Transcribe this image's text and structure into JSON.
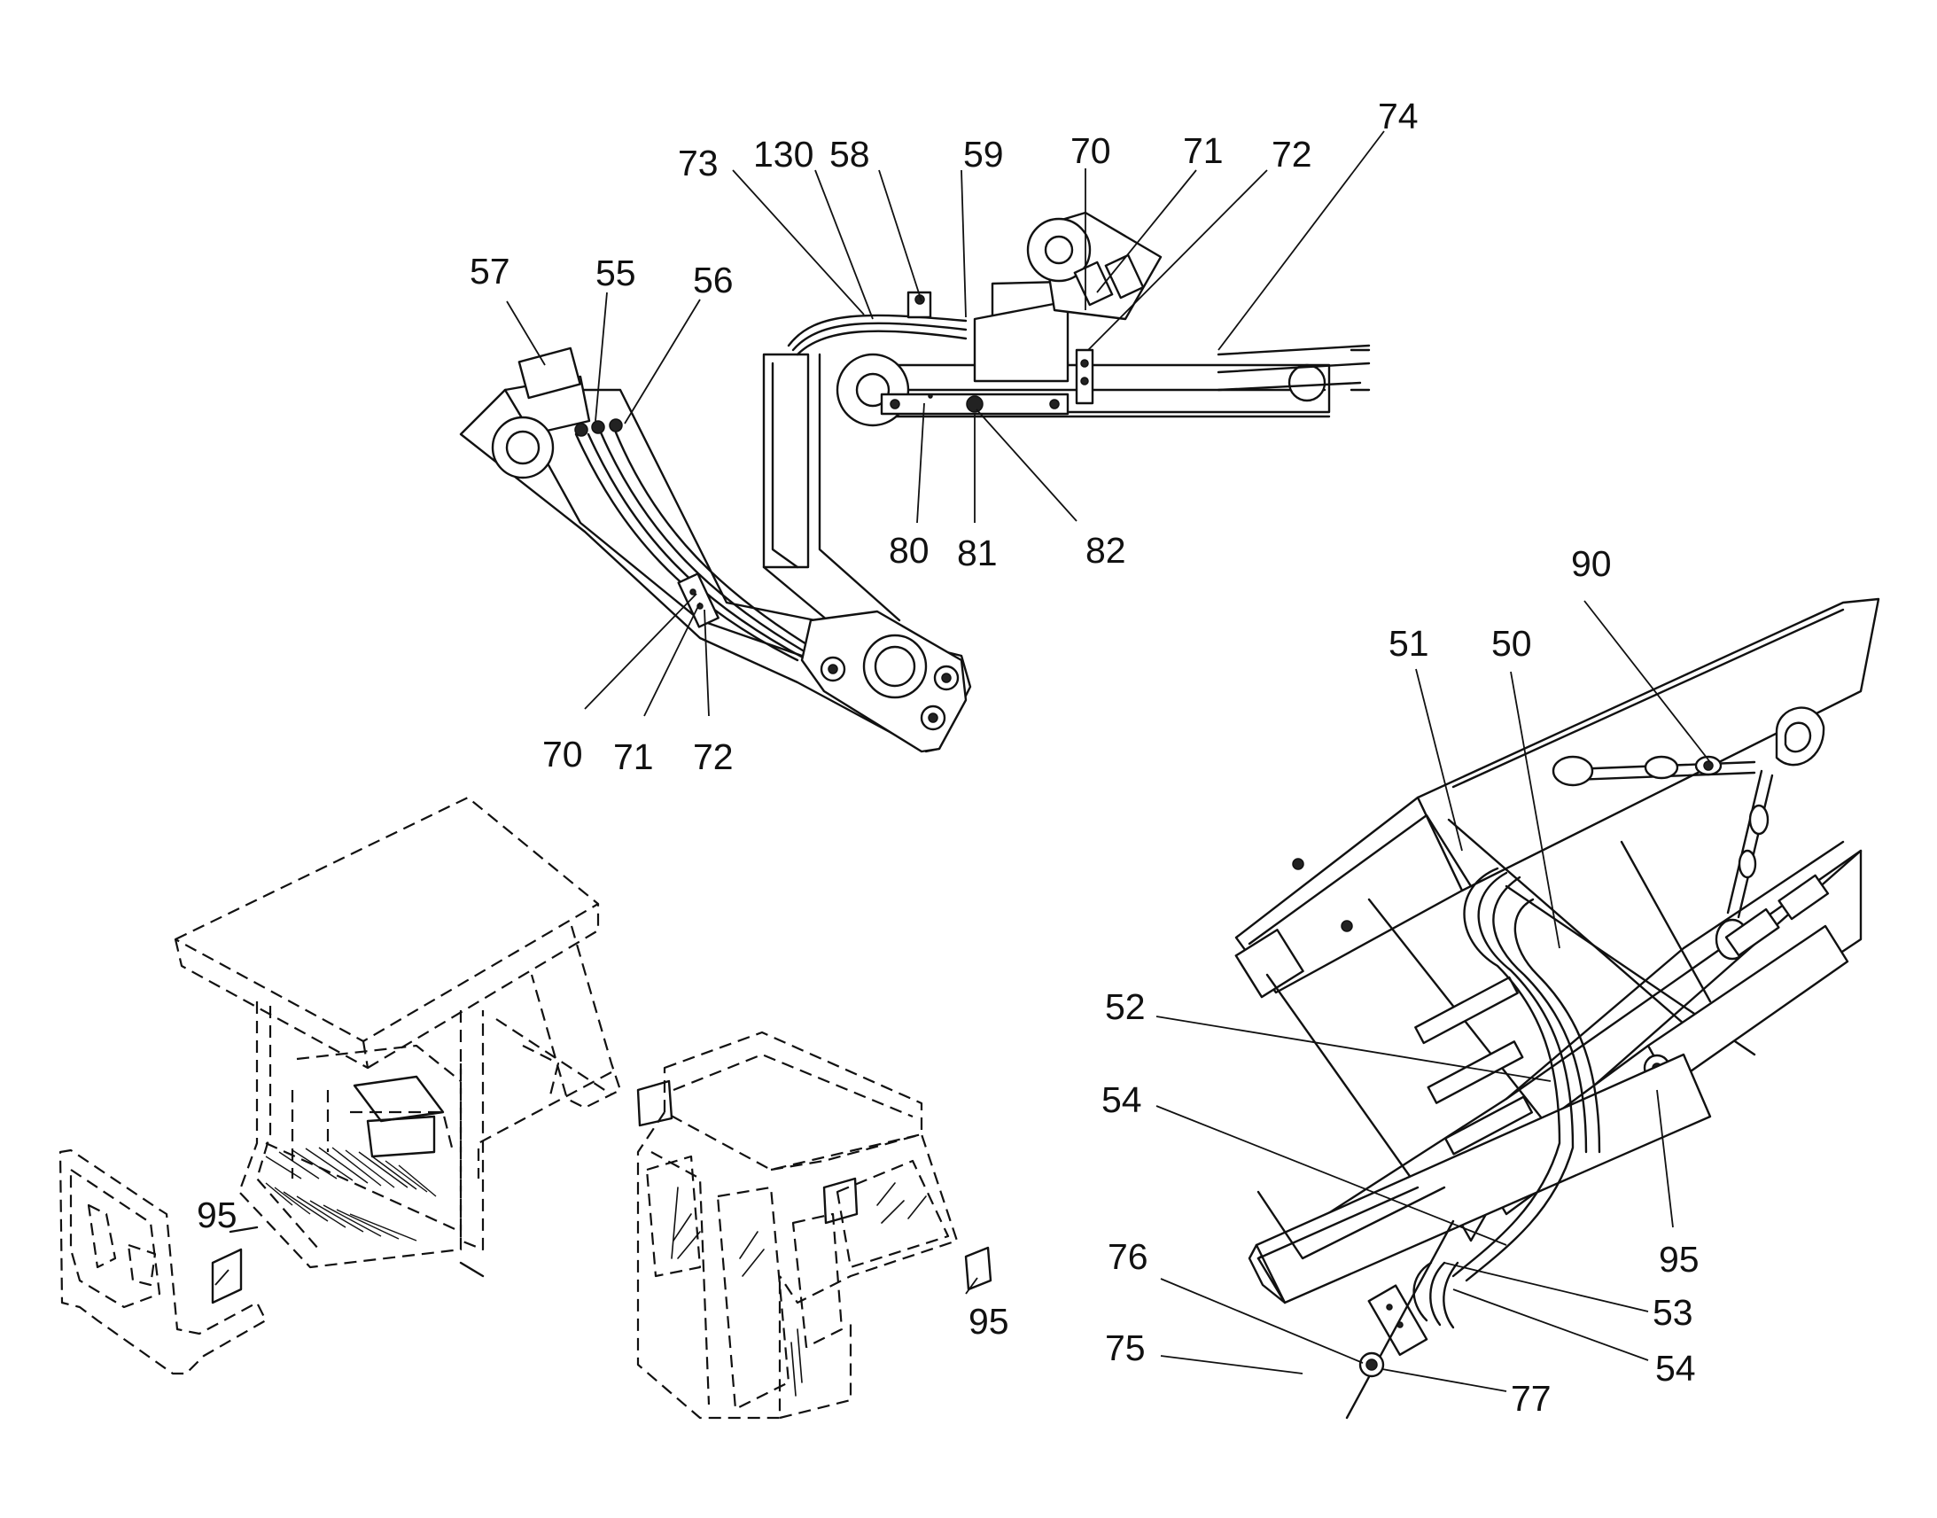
{
  "figure": {
    "callouts": {
      "top_57": "57",
      "top_55": "55",
      "top_56": "56",
      "top_73": "73",
      "top_130": "130",
      "top_58": "58",
      "top_59": "59",
      "top_70": "70",
      "top_71": "71",
      "top_72": "72",
      "top_74": "74",
      "top_80": "80",
      "top_81": "81",
      "top_82": "82",
      "bottom_70": "70",
      "bottom_71": "71",
      "bottom_72": "72",
      "right_90": "90",
      "right_51": "51",
      "right_50": "50",
      "right_52": "52",
      "right_54_a": "54",
      "right_95": "95",
      "right_53": "53",
      "right_54_b": "54",
      "right_76": "76",
      "right_75": "75",
      "right_77": "77",
      "left_95": "95",
      "cab_95": "95"
    }
  }
}
